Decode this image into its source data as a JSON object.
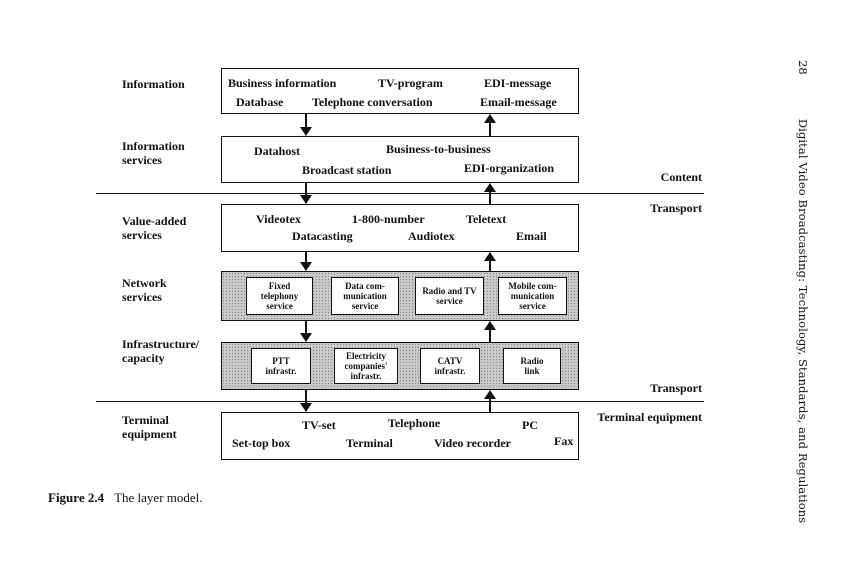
{
  "layers": [
    {
      "label": "Information",
      "items": [
        "Business information",
        "TV-program",
        "EDI-message",
        "Database",
        "Telephone conversation",
        "Email-message"
      ]
    },
    {
      "label": "Information\nservices",
      "items": [
        "Datahost",
        "Business-to-business",
        "Broadcast station",
        "EDI-organization"
      ]
    },
    {
      "label": "Value-added\nservices",
      "items": [
        "Videotex",
        "1-800-number",
        "Teletext",
        "Datacasting",
        "Audiotex",
        "Email"
      ]
    },
    {
      "label": "Network\nservices",
      "items": [
        "Fixed\ntelephony\nservice",
        "Data com-\nmunication\nservice",
        "Radio and TV\nservice",
        "Mobile com-\nmunication\nservice"
      ]
    },
    {
      "label": "Infrastructure/\ncapacity",
      "items": [
        "PTT\ninfrastr.",
        "Electricity\ncompanies'\ninfrastr.",
        "CATV\ninfrastr.",
        "Radio\nlink"
      ]
    },
    {
      "label": "Terminal\nequipment",
      "items": [
        "TV-set",
        "Telephone",
        "PC",
        "Set-top box",
        "Terminal",
        "Video recorder",
        "Fax"
      ]
    }
  ],
  "dividers": {
    "content": "Content",
    "transport_top": "Transport",
    "transport_bottom": "Transport",
    "terminal": "Terminal equipment"
  },
  "caption": {
    "number": "Figure 2.4",
    "text": "The layer model."
  },
  "page_number": "28",
  "running_title": "Digital Video Broadcasting: Technology, Standards, and Regulations"
}
